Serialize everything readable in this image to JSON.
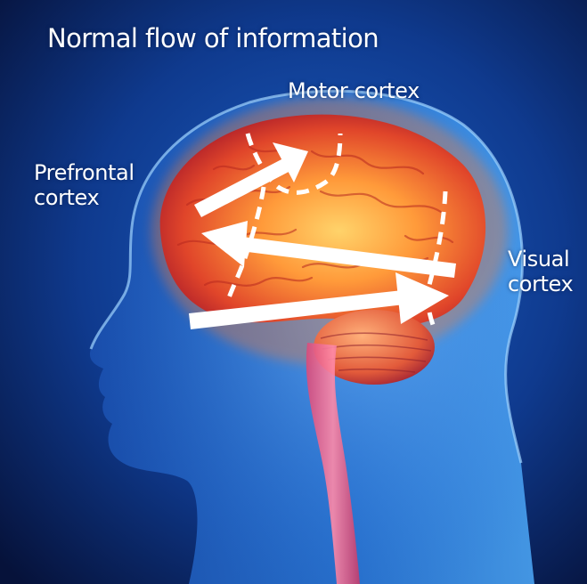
{
  "title": "Normal flow of information",
  "labels": {
    "motor_cortex": "Motor cortex",
    "prefrontal_line1": "Prefrontal",
    "prefrontal_line2": "cortex",
    "visual_line1": "Visual",
    "visual_line2": "cortex"
  },
  "colors": {
    "background_dark": "#07143c",
    "background_mid": "#12409a",
    "head_glow": "#3f8fe6",
    "brain_core": "#ffb347",
    "brain_edge": "#c8281e",
    "arrow": "#ffffff"
  }
}
